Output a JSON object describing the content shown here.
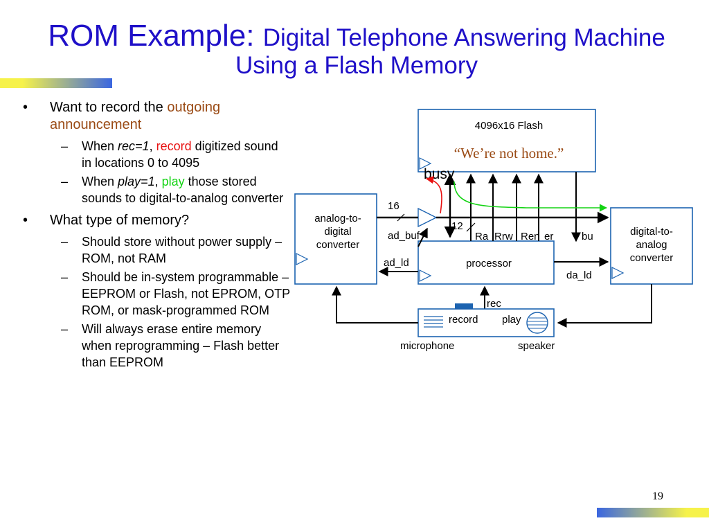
{
  "title": {
    "part1": "ROM Example: ",
    "part2": "Digital Telephone Answering Machine",
    "part3": "Using a Flash Memory"
  },
  "bullets": [
    {
      "symbol": "•",
      "pre": "Want to record the ",
      "highlight": "outgoing announcement",
      "post": "",
      "subs": [
        {
          "symbol": "–",
          "pre": "When ",
          "italic": "rec=1",
          "mid": ", ",
          "colored": "record",
          "post": " digitized sound in locations 0 to 4095"
        },
        {
          "symbol": "–",
          "pre": "When ",
          "italic": "play=1",
          "mid": ", ",
          "colored": "play",
          "post": " those stored sounds to digital-to-analog converter"
        }
      ]
    },
    {
      "symbol": "•",
      "text": "What type of memory?",
      "subs": [
        {
          "symbol": "–",
          "text": "Should store without power supply – ROM, not RAM"
        },
        {
          "symbol": "–",
          "text": "Should be in-system programmable – EEPROM or Flash, not EPROM, OTP ROM, or mask-programmed ROM"
        },
        {
          "symbol": "–",
          "text": "Will always erase entire memory when reprogramming – Flash better than EEPROM"
        }
      ]
    }
  ],
  "diagram": {
    "flash_label": "4096x16 Flash",
    "flash_quote": "“We’re not home.”",
    "busy": "busy",
    "adc_label": [
      "analog-to-",
      "digital",
      "converter"
    ],
    "dac_label": [
      "digital-to-",
      "analog",
      "converter"
    ],
    "processor_label": "processor",
    "bus16": "16",
    "bus12": "12",
    "ad_buf": "ad_buf",
    "ad_ld": "ad_ld",
    "ra": "Ra",
    "rrw": "Rrw",
    "ren": "Ren",
    "er": "er",
    "bu": "bu",
    "da_ld": "da_ld",
    "rec": "rec",
    "record": "record",
    "play": "play",
    "microphone": "microphone",
    "speaker": "speaker"
  },
  "colors": {
    "title": "#1f10c8",
    "box_border": "#1c63b0",
    "highlight_brown": "#9a4a14",
    "record_red": "#e81010",
    "play_green": "#13d313"
  },
  "slide_number": "19"
}
